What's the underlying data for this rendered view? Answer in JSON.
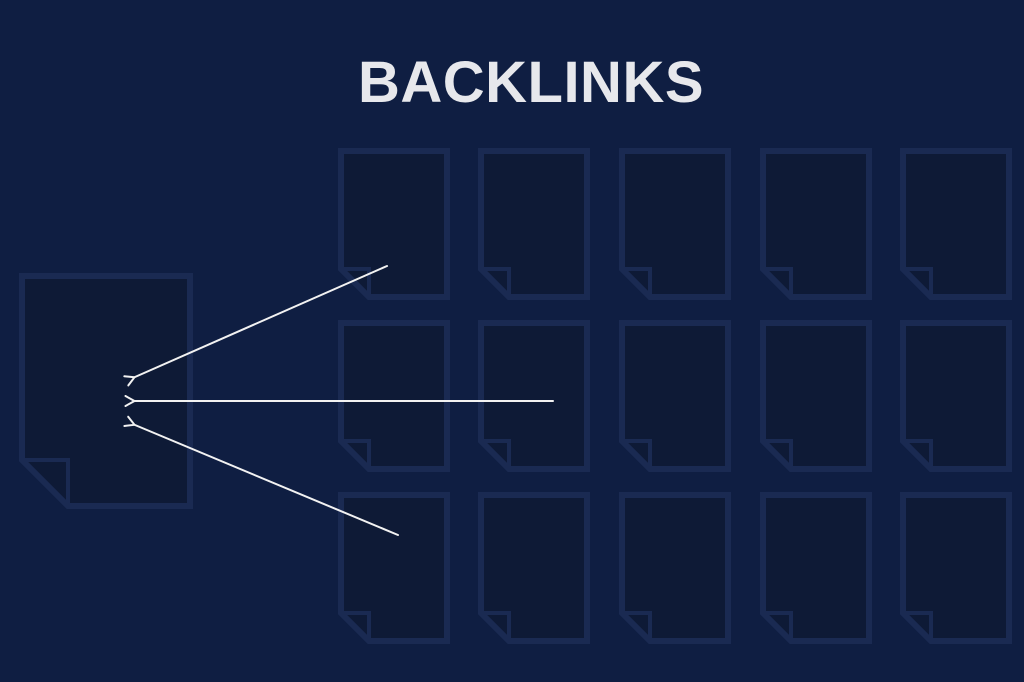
{
  "title": "BACKLINKS",
  "colors": {
    "background": "#0f1e42",
    "page_fill": "#0e1a36",
    "page_outline": "#1a2a52",
    "arrow": "#f2f2f2",
    "title": "#e7e8ec"
  },
  "diagram": {
    "target_page": {
      "name": "target-page"
    },
    "source_grid": {
      "rows": 3,
      "columns": 5
    },
    "arrows": [
      {
        "name": "backlink-arrow-1"
      },
      {
        "name": "backlink-arrow-2"
      },
      {
        "name": "backlink-arrow-3"
      }
    ]
  }
}
